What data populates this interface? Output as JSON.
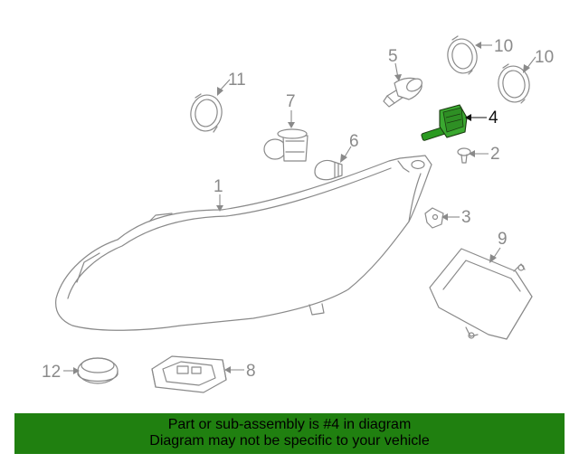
{
  "diagram": {
    "callouts": {
      "c1": "1",
      "c2": "2",
      "c3": "3",
      "c4": "4",
      "c5": "5",
      "c6": "6",
      "c7": "7",
      "c8": "8",
      "c9": "9",
      "c10a": "10",
      "c10b": "10",
      "c11": "11",
      "c12": "12"
    },
    "highlight_color": "#208010"
  },
  "banner": {
    "line1": "Part or sub-assembly is #4 in diagram",
    "line2": "Diagram may not be specific to your vehicle",
    "background": "#208010"
  }
}
